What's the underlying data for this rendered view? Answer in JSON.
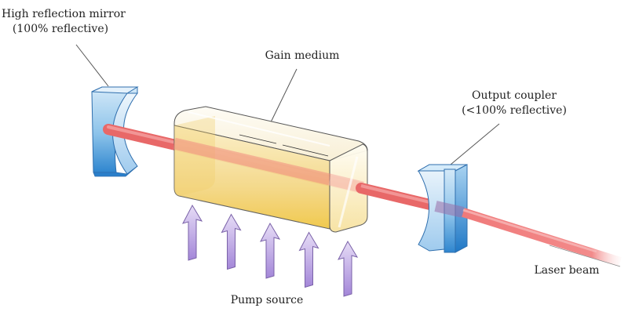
{
  "diagram": {
    "title": "Laser cavity schematic",
    "labels": {
      "hr_mirror_line1": "High reflection mirror",
      "hr_mirror_line2": "(100% reflective)",
      "gain_medium": "Gain medium",
      "output_coupler_line1": "Output coupler",
      "output_coupler_line2": "(<100% reflective)",
      "laser_beam": "Laser beam",
      "pump_source": "Pump source"
    },
    "pump_arrow_count": 5,
    "colors": {
      "mirror_blue": "#3b8fd4",
      "mirror_light": "#d8ecf9",
      "beam_red": "#f07878",
      "gain_yellow": "#f2cc55",
      "pump_purple": "#b89be0",
      "outline": "#555555"
    }
  }
}
